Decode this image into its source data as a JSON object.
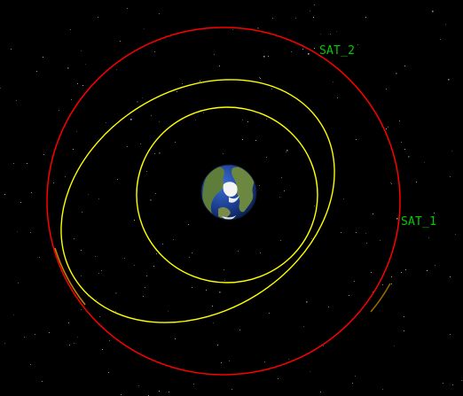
{
  "viewport": {
    "background_color": "#000000",
    "star_color": "#c8c8c8"
  },
  "earth": {
    "name": "Earth",
    "ocean_color": "#1f3f8f",
    "land_color": "#5b7a3a",
    "ice_color": "#f4f4f4"
  },
  "orbits": [
    {
      "id": "sat_2_orbit",
      "color": "#ff0000",
      "glow_color": "#ffb000"
    },
    {
      "id": "sat_1_orbit",
      "color": "#ffff00"
    },
    {
      "id": "inner_orbit",
      "color": "#ffff00"
    }
  ],
  "satellites": [
    {
      "id": "sat_2",
      "label": "SAT_2",
      "label_color": "#00cc00"
    },
    {
      "id": "sat_1",
      "label": "SAT_1",
      "label_color": "#00cc00"
    }
  ]
}
